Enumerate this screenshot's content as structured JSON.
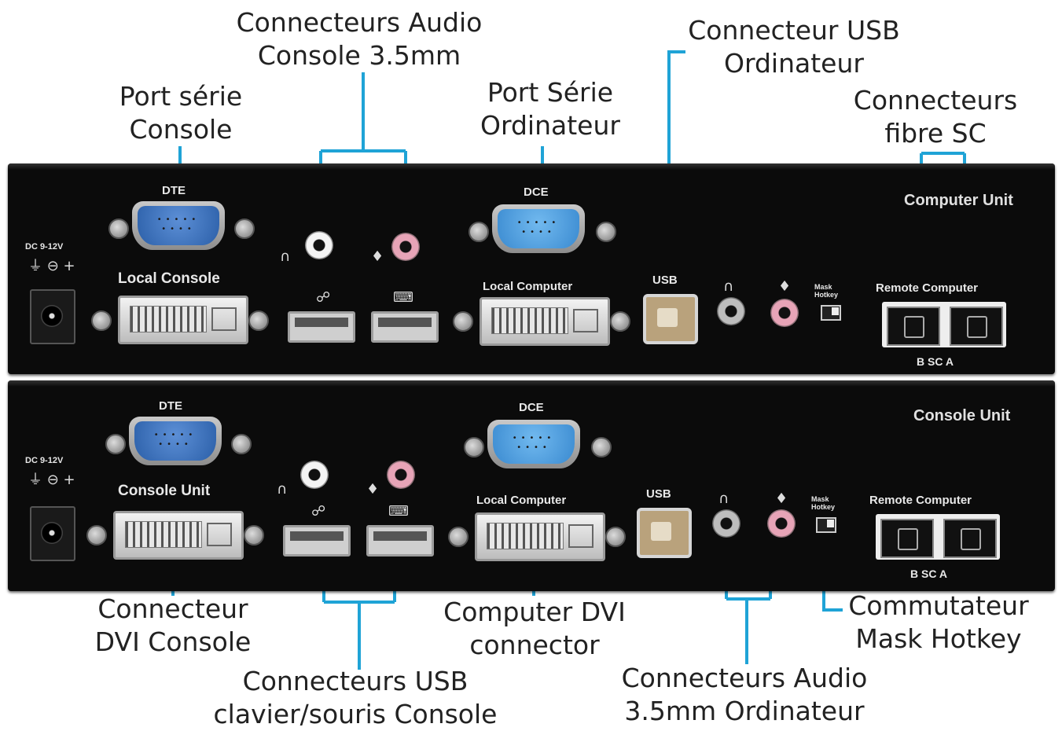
{
  "callouts": {
    "audio_console": [
      "Connecteurs Audio",
      "Console 3.5mm"
    ],
    "serial_console": [
      "Port série",
      "Console"
    ],
    "serial_computer": [
      "Port Série",
      "Ordinateur"
    ],
    "usb_computer": [
      "Connecteur USB",
      "Ordinateur"
    ],
    "fiber": [
      "Connecteurs",
      "fibre SC"
    ],
    "dvi_console": [
      "Connecteur",
      "DVI Console"
    ],
    "usb_console": [
      "Connecteurs USB",
      "clavier/souris Console"
    ],
    "dvi_computer": [
      "Computer DVI",
      "connector"
    ],
    "audio_computer": [
      "Connecteurs Audio",
      "3.5mm Ordinateur"
    ],
    "hotkey_switch": [
      "Commutateur",
      "Mask Hotkey"
    ]
  },
  "computer_unit": {
    "title": "Computer Unit",
    "power_label": "DC 9-12V",
    "dte": "DTE",
    "dce": "DCE",
    "local_console": "Local Console",
    "local_computer": "Local Computer",
    "usb": "USB",
    "mask_hotkey": "Mask Hotkey",
    "remote_computer": "Remote Computer",
    "fiber_ab": "B SC A"
  },
  "console_unit": {
    "title": "Console Unit",
    "power_label": "DC 9-12V",
    "dte": "DTE",
    "dce": "DCE",
    "console_unit_label": "Console Unit",
    "local_computer": "Local Computer",
    "usb": "USB",
    "mask_hotkey": "Mask Hotkey",
    "remote_computer": "Remote Computer",
    "fiber_ab": "B SC A"
  },
  "colors": {
    "callout_line": "#1fa3d6",
    "chassis": "#0b0b0b"
  },
  "icons": [
    "headphone-icon",
    "microphone-icon",
    "mouse-icon",
    "keyboard-icon",
    "power-polarity-icon"
  ]
}
